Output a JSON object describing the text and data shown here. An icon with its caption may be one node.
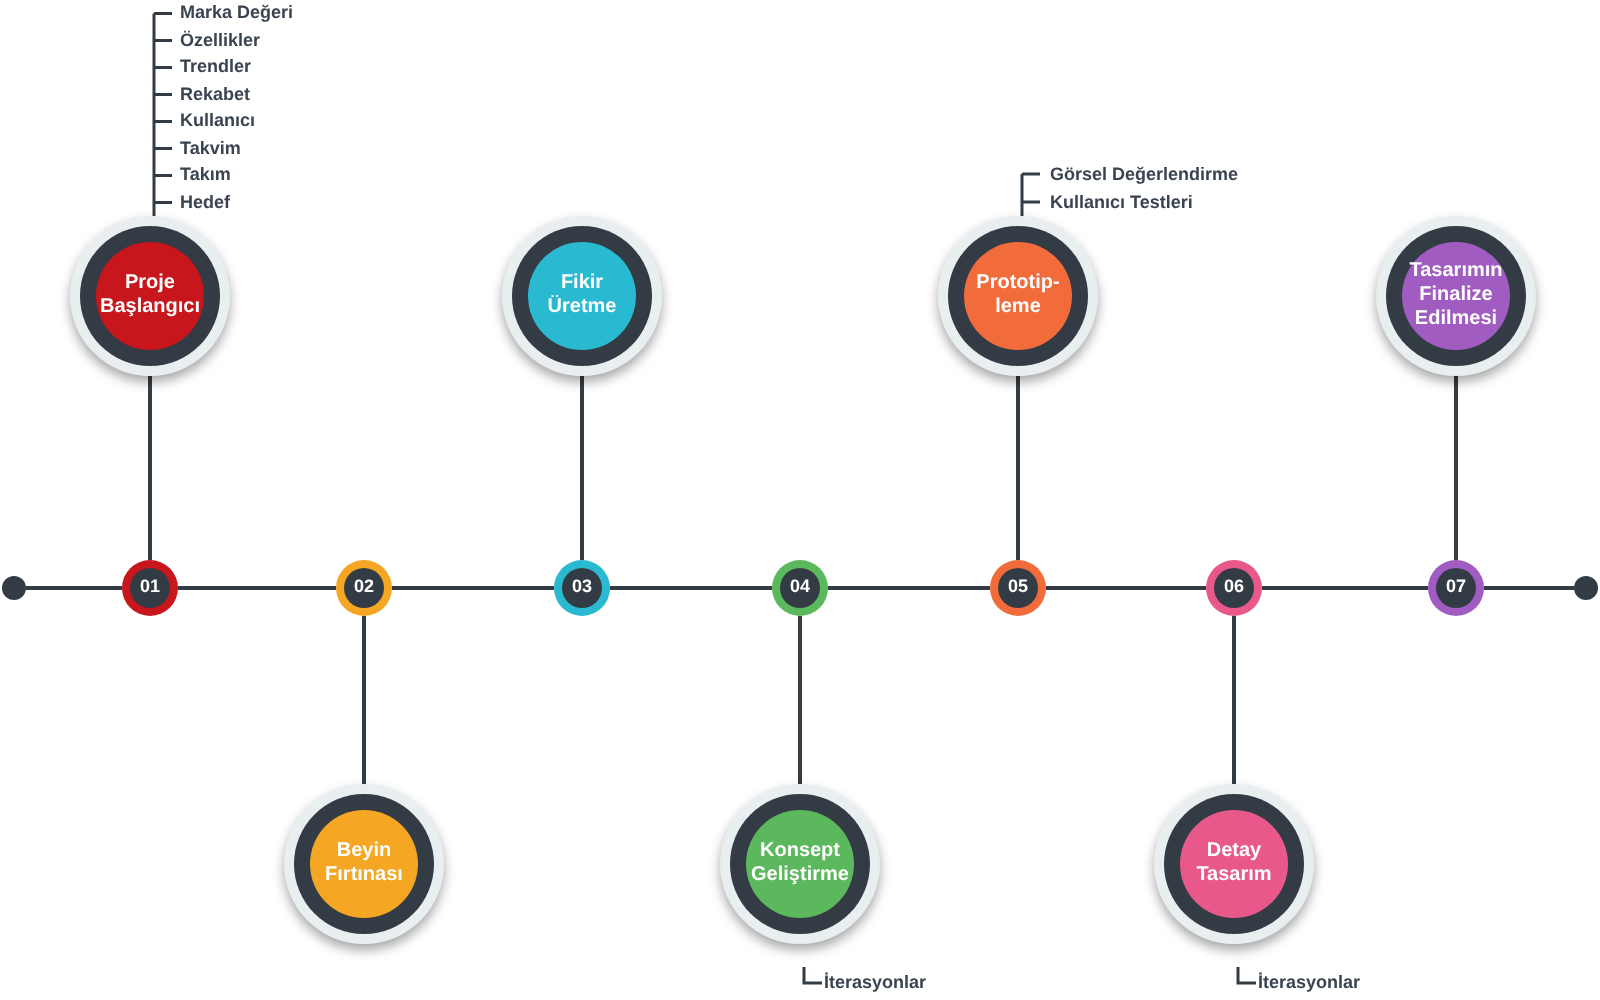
{
  "diagram": {
    "nodes": [
      {
        "text": [
          "Proje Başlangıcı"
        ],
        "beside": [
          "Marka Değeri",
          "Özellikler",
          "Trendler",
          "Rekabet",
          "Kullanıcı",
          "Takvim",
          "Takım",
          "Hedef"
        ]
      },
      {
        "text": [
          "Beyin Fırtınası"
        ]
      },
      {
        "text": [
          "Fikir Üretme"
        ]
      },
      {
        "text": [
          "Konsept Geliştirme"
        ],
        "beside": [
          "İterasyonlar"
        ]
      },
      {
        "text": [
          "Prototip- leme"
        ],
        "beside": [
          "Görsel Değerlendirme",
          "Kullanıcı Testleri"
        ]
      },
      {
        "text": [
          "Detay Tasarım"
        ],
        "beside": [
          "İterasyonlar"
        ]
      },
      {
        "text": [
          "Tasarımın Finalize Edilmesi"
        ]
      },
      {
        "text": [
          "01"
        ]
      },
      {
        "text": [
          "02"
        ]
      },
      {
        "text": [
          "03"
        ]
      },
      {
        "text": [
          "04"
        ]
      },
      {
        "text": [
          "05"
        ]
      },
      {
        "text": [
          "06"
        ]
      },
      {
        "text": [
          "07"
        ]
      },
      {
        "text": [],
        "shape": "circle"
      },
      {
        "text": [],
        "shape": "circle"
      }
    ],
    "edges": [
      {
        "from": 0,
        "to": 7,
        "arrow": "none"
      },
      {
        "from": 1,
        "to": 8,
        "arrow": "none"
      },
      {
        "from": 2,
        "to": 9,
        "arrow": "none"
      },
      {
        "from": 3,
        "to": 10,
        "arrow": "none"
      },
      {
        "from": 4,
        "to": 11,
        "arrow": "none"
      },
      {
        "from": 5,
        "to": 12,
        "arrow": "none"
      },
      {
        "from": 6,
        "to": 13,
        "arrow": "none"
      },
      {
        "from": 14,
        "to": 7,
        "arrow": "none"
      },
      {
        "from": 7,
        "to": 8,
        "arrow": "none"
      },
      {
        "from": 8,
        "to": 9,
        "arrow": "none"
      },
      {
        "from": 9,
        "to": 10,
        "arrow": "none"
      },
      {
        "from": 10,
        "to": 11,
        "arrow": "none"
      },
      {
        "from": 11,
        "to": 12,
        "arrow": "none"
      },
      {
        "from": 12,
        "to": 13,
        "arrow": "none"
      },
      {
        "from": 13,
        "to": 15,
        "arrow": "none"
      }
    ]
  }
}
